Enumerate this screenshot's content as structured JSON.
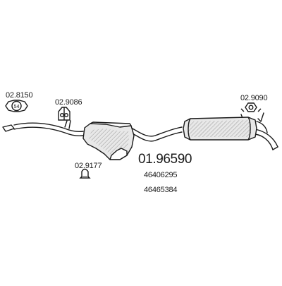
{
  "diagram": {
    "part_number": "01.96590",
    "oe_numbers": [
      "46406295",
      "46465384"
    ],
    "components": [
      {
        "code": "02.8150",
        "icon": "flange-gasket-icon",
        "inner_label": "54"
      },
      {
        "code": "02.9086",
        "icon": "rubber-hanger-icon"
      },
      {
        "code": "02.9177",
        "icon": "clamp-icon"
      },
      {
        "code": "02.9090",
        "icon": "rubber-mount-icon"
      }
    ],
    "colors": {
      "line": "#1a1a1a",
      "muffler_fill": "#e8e8e8",
      "background": "#ffffff"
    }
  }
}
